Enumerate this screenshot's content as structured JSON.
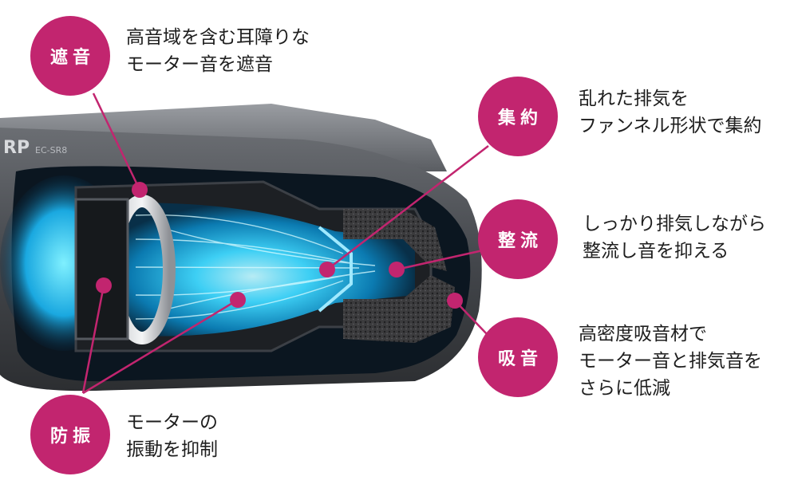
{
  "colors": {
    "badge": "#c2256f",
    "glow": "#29d4ff",
    "housing": "#4a4d52",
    "foam": "#3a3a3a"
  },
  "product_marks": {
    "brand_fragment": "RP",
    "model": "EC-SR8"
  },
  "callouts": {
    "soundproof": {
      "badge": "遮音",
      "line1": "高音域を含む耳障りな",
      "line2": "モーター音を遮音"
    },
    "focus": {
      "badge": "集約",
      "line1": "乱れた排気を",
      "line2": "ファンネル形状で集約"
    },
    "rectify": {
      "badge": "整流",
      "line1": "しっかり排気しながら",
      "line2": "整流し音を抑える"
    },
    "absorb": {
      "badge": "吸音",
      "line1": "高密度吸音材で",
      "line2": "モーター音と排気音を",
      "line3": "さらに低減"
    },
    "antivib": {
      "badge": "防振",
      "line1": "モーターの",
      "line2": "振動を抑制"
    }
  }
}
